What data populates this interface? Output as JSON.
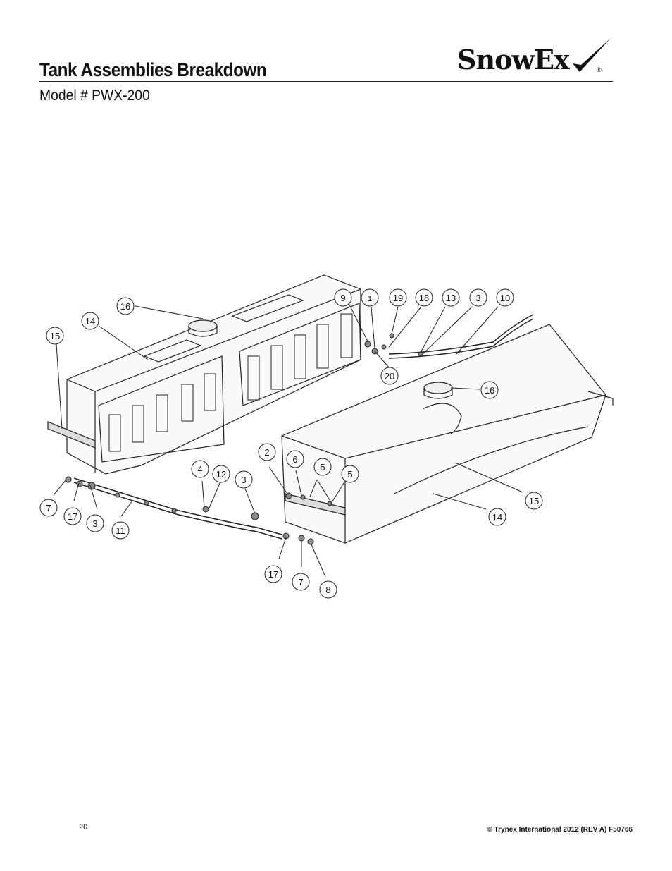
{
  "header": {
    "title": "Tank Assemblies Breakdown",
    "subtitle": "Model # PWX-200",
    "logo_text": "SnowEx",
    "logo_reg": "®"
  },
  "callouts": [
    {
      "label": "16"
    },
    {
      "label": "14"
    },
    {
      "label": "15"
    },
    {
      "label": "9"
    },
    {
      "label": "1"
    },
    {
      "label": "19"
    },
    {
      "label": "18"
    },
    {
      "label": "13"
    },
    {
      "label": "3"
    },
    {
      "label": "10"
    },
    {
      "label": "20"
    },
    {
      "label": "16"
    },
    {
      "label": "2"
    },
    {
      "label": "6"
    },
    {
      "label": "5"
    },
    {
      "label": "5"
    },
    {
      "label": "4"
    },
    {
      "label": "12"
    },
    {
      "label": "3"
    },
    {
      "label": "7"
    },
    {
      "label": "17"
    },
    {
      "label": "3"
    },
    {
      "label": "11"
    },
    {
      "label": "15"
    },
    {
      "label": "14"
    },
    {
      "label": "17"
    },
    {
      "label": "7"
    },
    {
      "label": "8"
    }
  ],
  "footer": {
    "page_number": "20",
    "copyright": "© Trynex International 2012  (REV A) F50766"
  }
}
